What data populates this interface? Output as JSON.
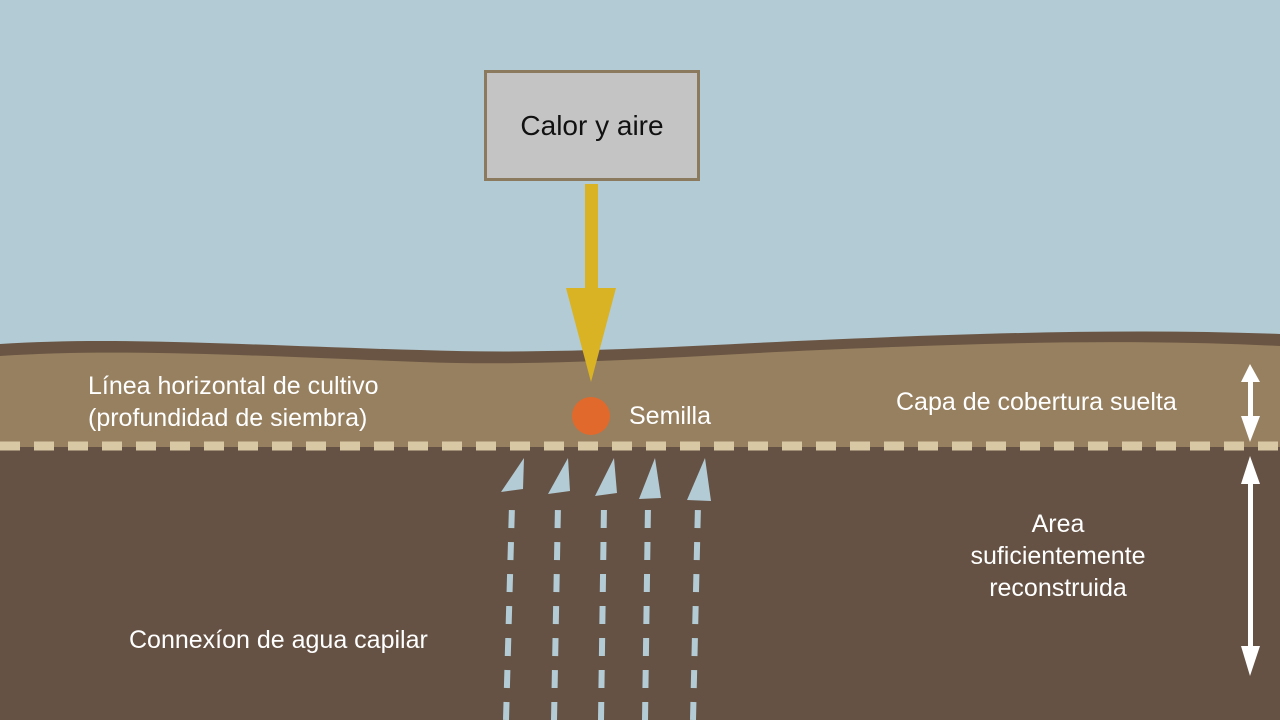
{
  "heat_box": {
    "label": "Calor y aire"
  },
  "labels": {
    "tillage_line_1": "Línea horizontal de cultivo",
    "tillage_line_2": "(profundidad de siembra)",
    "seed": "Semilla",
    "cover_layer": "Capa de cobertura suelta",
    "area_1": "Area",
    "area_2": "suficientemente",
    "area_3": "reconstruida",
    "capillary": "Connexíon de agua capilar"
  },
  "colors": {
    "sky": "#b3cbd4",
    "top_soil": "#978060",
    "soil_edge": "#6a5544",
    "deep_soil": "#655244",
    "seed": "#e2692c",
    "heat_arrow": "#d9b323",
    "water_arrow": "#b3cbd4",
    "dashed_line": "#d8c8a4"
  }
}
